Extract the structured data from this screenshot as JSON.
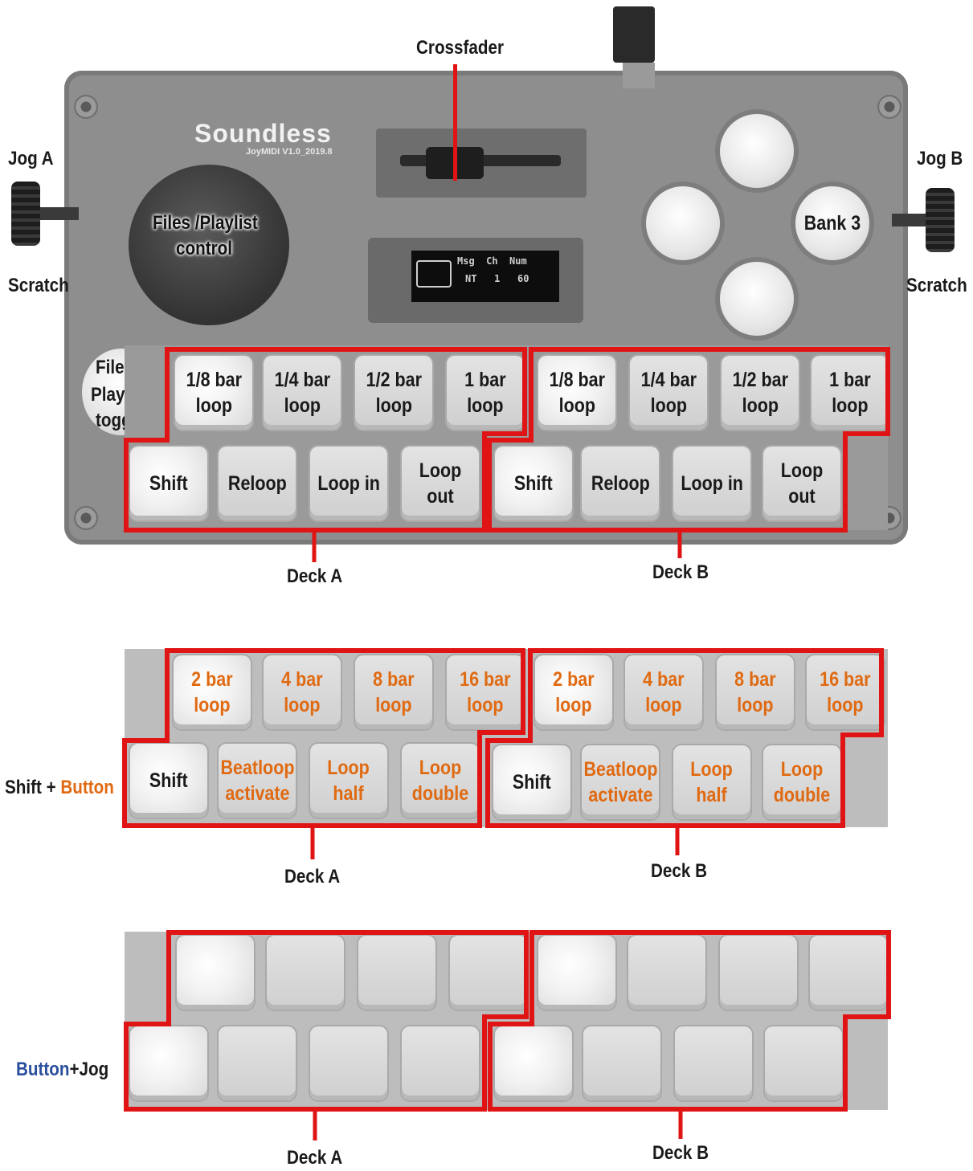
{
  "labels": {
    "crossfader": "Crossfader",
    "jog_a": "Jog A",
    "jog_b": "Jog B",
    "scratch_left": "Scratch",
    "scratch_right": "Scratch",
    "joystick_line1": "Files /Playlist",
    "joystick_line2": "control",
    "toggle_line1": "Files /",
    "toggle_line2": "Playlist",
    "toggle_line3": "toggle",
    "bank": "Bank 3",
    "brand": "Soundless",
    "model": "JoyMIDI  V1.0_2019.8",
    "oled_header": "Msg  Ch  Num",
    "oled_values": "NT   1   60"
  },
  "panel1": {
    "deckA": {
      "top": [
        "1/8 bar|loop",
        "1/4 bar|loop",
        "1/2 bar|loop",
        "1 bar|loop"
      ],
      "bottom": [
        "Shift",
        "Reloop",
        "Loop in",
        "Loop out"
      ],
      "label": "Deck A"
    },
    "deckB": {
      "top": [
        "1/8 bar|loop",
        "1/4 bar|loop",
        "1/2 bar|loop",
        "1 bar|loop"
      ],
      "bottom": [
        "Shift",
        "Reloop",
        "Loop in",
        "Loop out"
      ],
      "label": "Deck B"
    }
  },
  "panel2": {
    "row_label_prefix": "Shift + ",
    "row_label_highlight": "Button",
    "deckA": {
      "top": [
        "2 bar|loop",
        "4 bar|loop",
        "8 bar|loop",
        "16 bar|loop"
      ],
      "bottom": [
        "Shift",
        "Beatloop|activate",
        "Loop|half",
        "Loop|double"
      ],
      "label": "Deck A"
    },
    "deckB": {
      "top": [
        "2 bar|loop",
        "4 bar|loop",
        "8 bar|loop",
        "16 bar|loop"
      ],
      "bottom": [
        "Shift",
        "Beatloop|activate",
        "Loop|half",
        "Loop|double"
      ],
      "label": "Deck B"
    }
  },
  "panel3": {
    "row_label_highlight": "Button",
    "row_label_suffix": "+Jog",
    "deckA_label": "Deck A",
    "deckB_label": "Deck B"
  },
  "colors": {
    "outline": "#e01414",
    "orange_text": "#e06a12",
    "blue_text": "#2b4f9e"
  }
}
